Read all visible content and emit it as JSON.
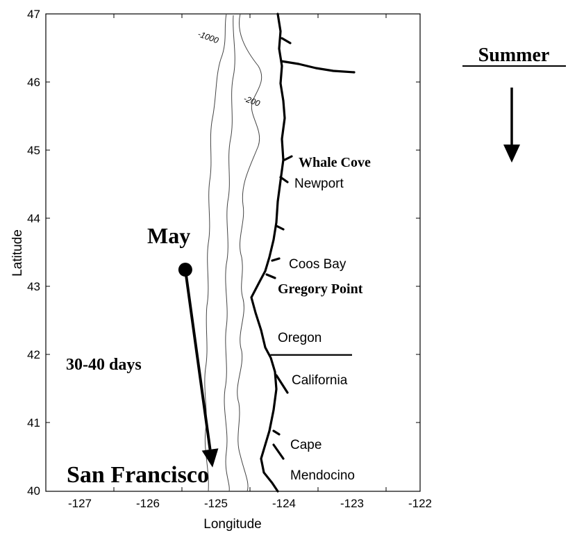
{
  "map": {
    "axes": {
      "xlabel": "Longitude",
      "ylabel": "Latitude",
      "x_ticks": [
        "-127",
        "-126",
        "-125",
        "-124",
        "-123",
        "-122"
      ],
      "y_ticks": [
        "47",
        "46",
        "45",
        "44",
        "43",
        "42",
        "41",
        "40"
      ],
      "xlim": [
        -127.5,
        -122
      ],
      "ylim": [
        40,
        47
      ]
    },
    "contour_labels": [
      "-1000",
      "-200"
    ],
    "places": {
      "whale_cove": "Whale Cove",
      "newport": "Newport",
      "coos_bay": "Coos Bay",
      "gregory_point": "Gregory Point",
      "oregon": "Oregon",
      "california": "California",
      "cape": "Cape",
      "mendocino": "Mendocino",
      "san_francisco": "San Francisco"
    },
    "annotations": {
      "may": "May",
      "duration": "30-40 days",
      "season": "Summer"
    },
    "drift": {
      "start": {
        "lon": -125.45,
        "lat": 43.25
      },
      "end": {
        "lon": -125.05,
        "lat": 40.35
      }
    },
    "border_line": {
      "lat": 42.0,
      "lon_start": -124.2,
      "lon_end": -123.0
    }
  }
}
